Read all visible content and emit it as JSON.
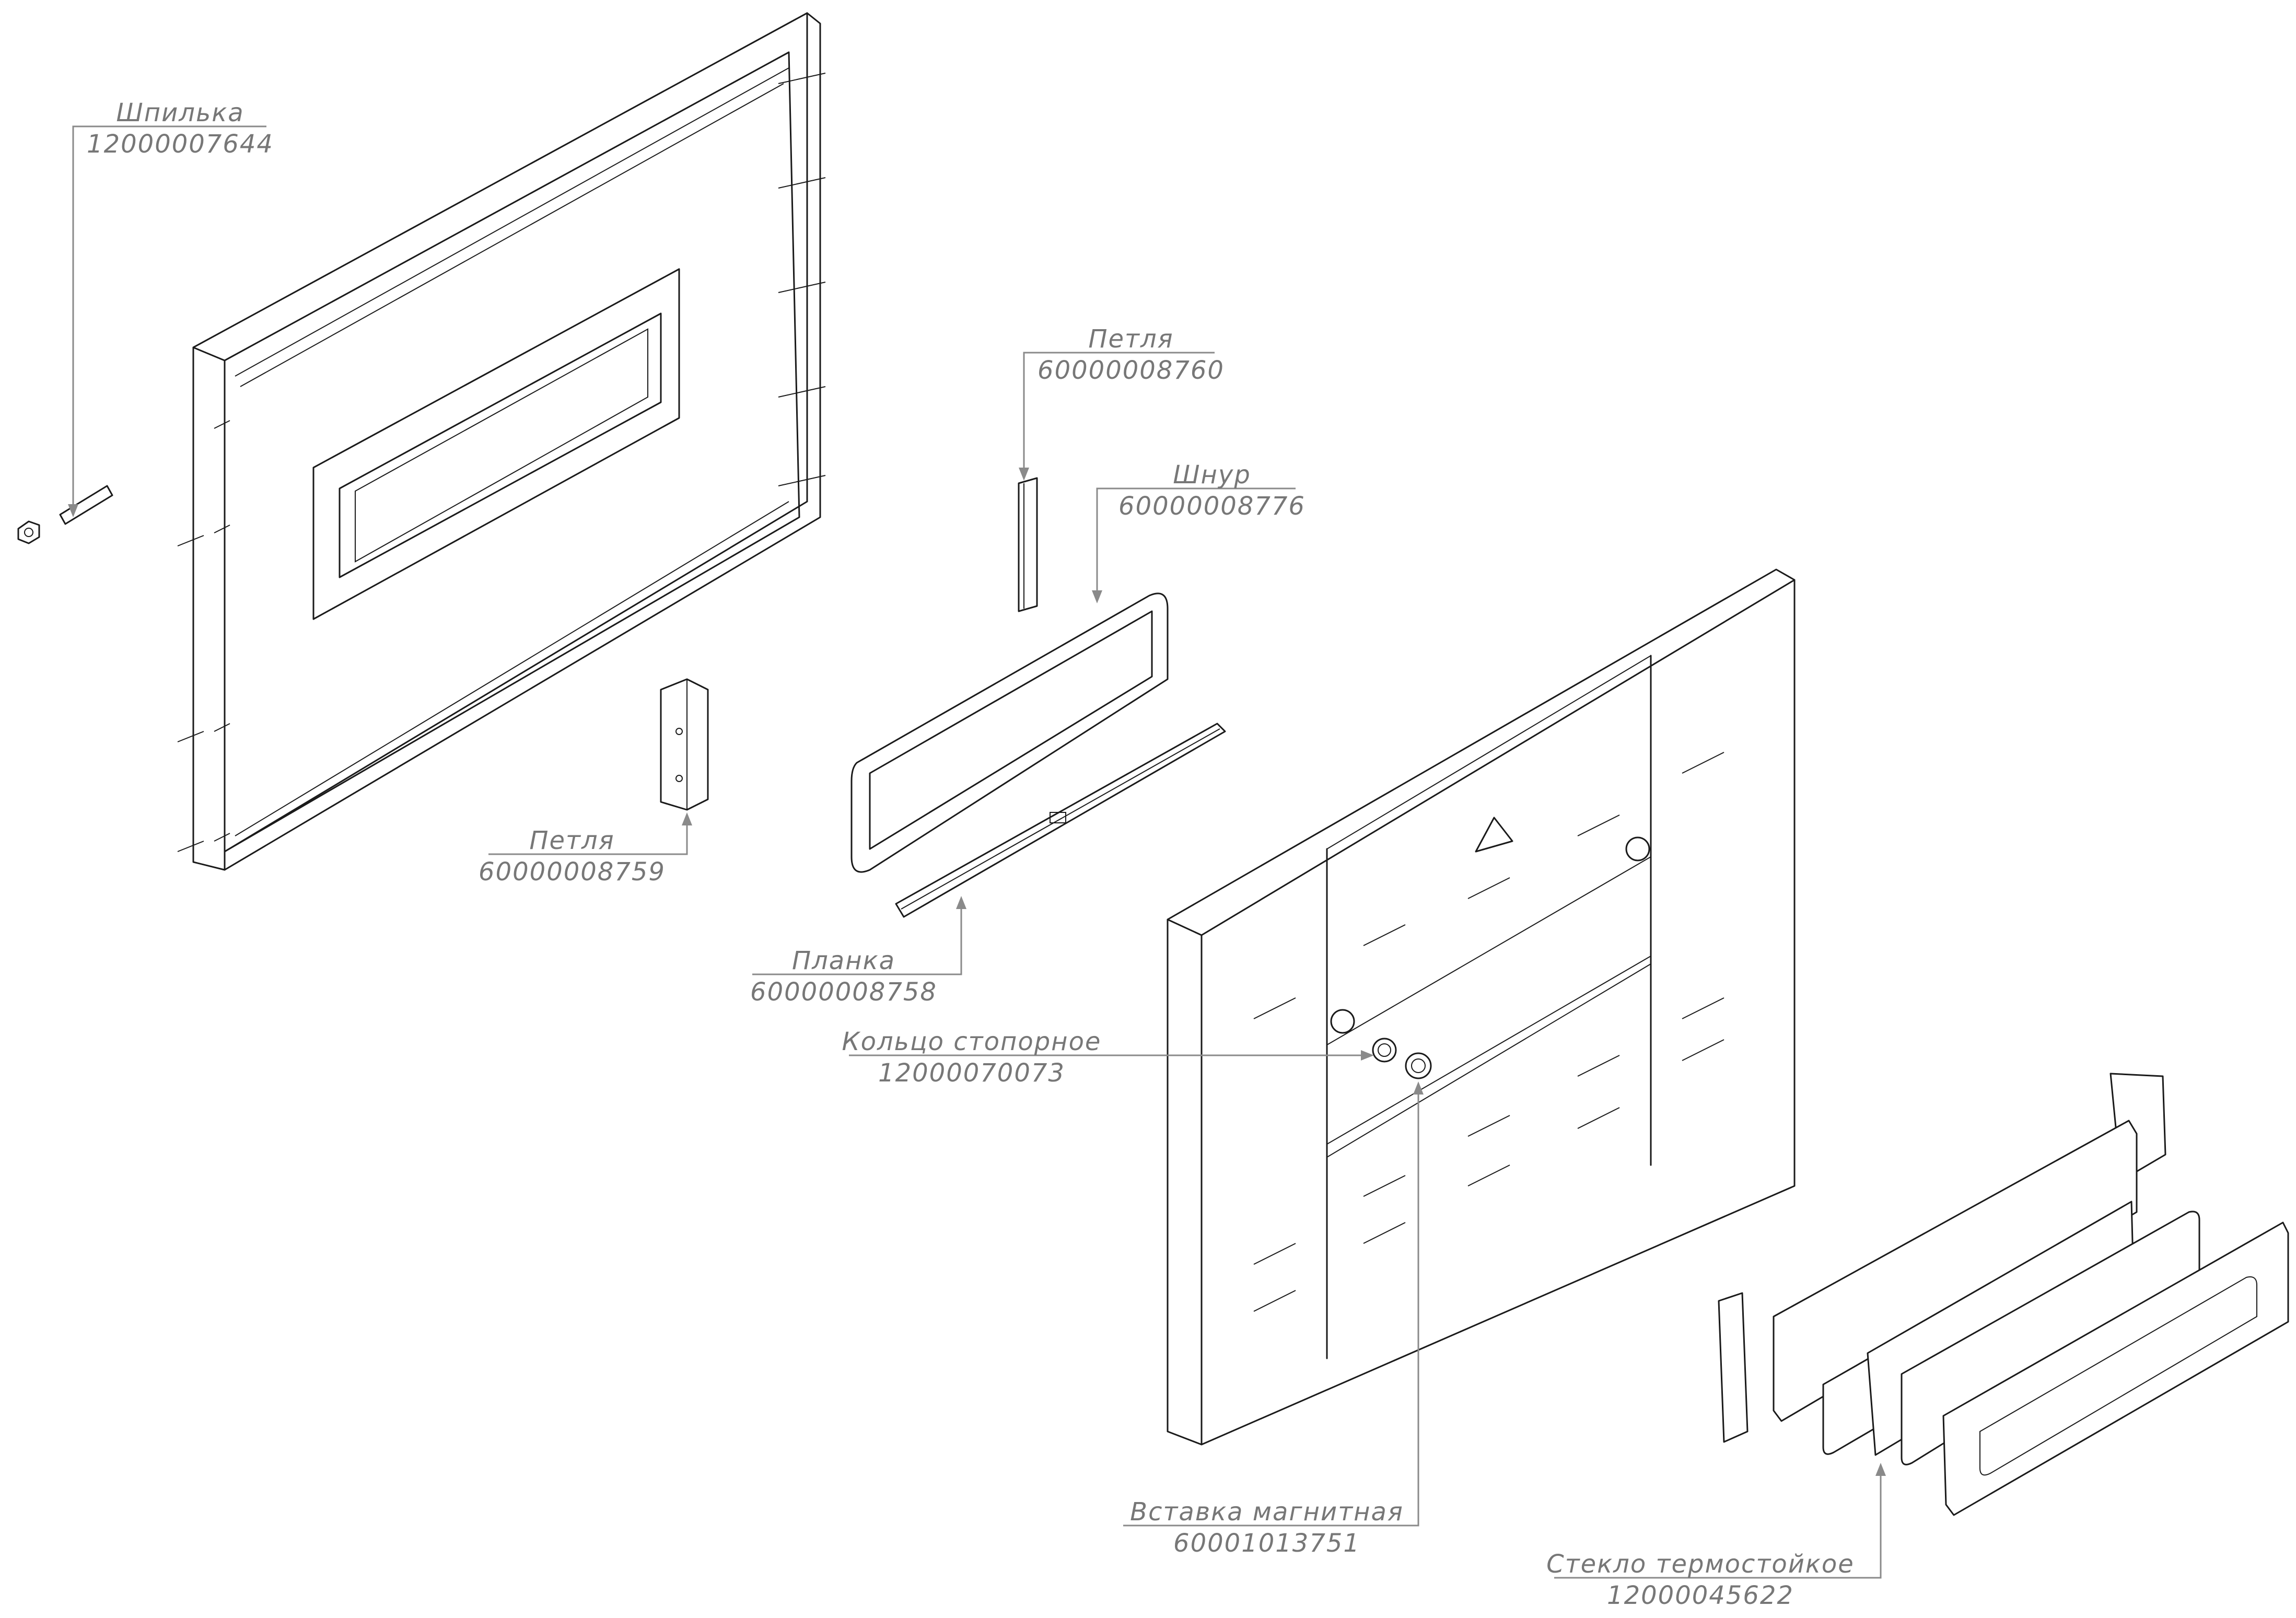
{
  "callouts": [
    {
      "id": "shpilka",
      "name": "Шпилька",
      "code": "12000007644"
    },
    {
      "id": "petlya_top",
      "name": "Петля",
      "code": "60000008760"
    },
    {
      "id": "shnur",
      "name": "Шнур",
      "code": "60000008776"
    },
    {
      "id": "petlya_left",
      "name": "Петля",
      "code": "60000008759"
    },
    {
      "id": "planka",
      "name": "Планка",
      "code": "60000008758"
    },
    {
      "id": "koltso",
      "name": "Кольцо стопорное",
      "code": "12000070073"
    },
    {
      "id": "vstavka",
      "name": "Вставка магнитная",
      "code": "60001013751"
    },
    {
      "id": "steklo",
      "name": "Стекло термостойкое",
      "code": "12000045622"
    }
  ]
}
